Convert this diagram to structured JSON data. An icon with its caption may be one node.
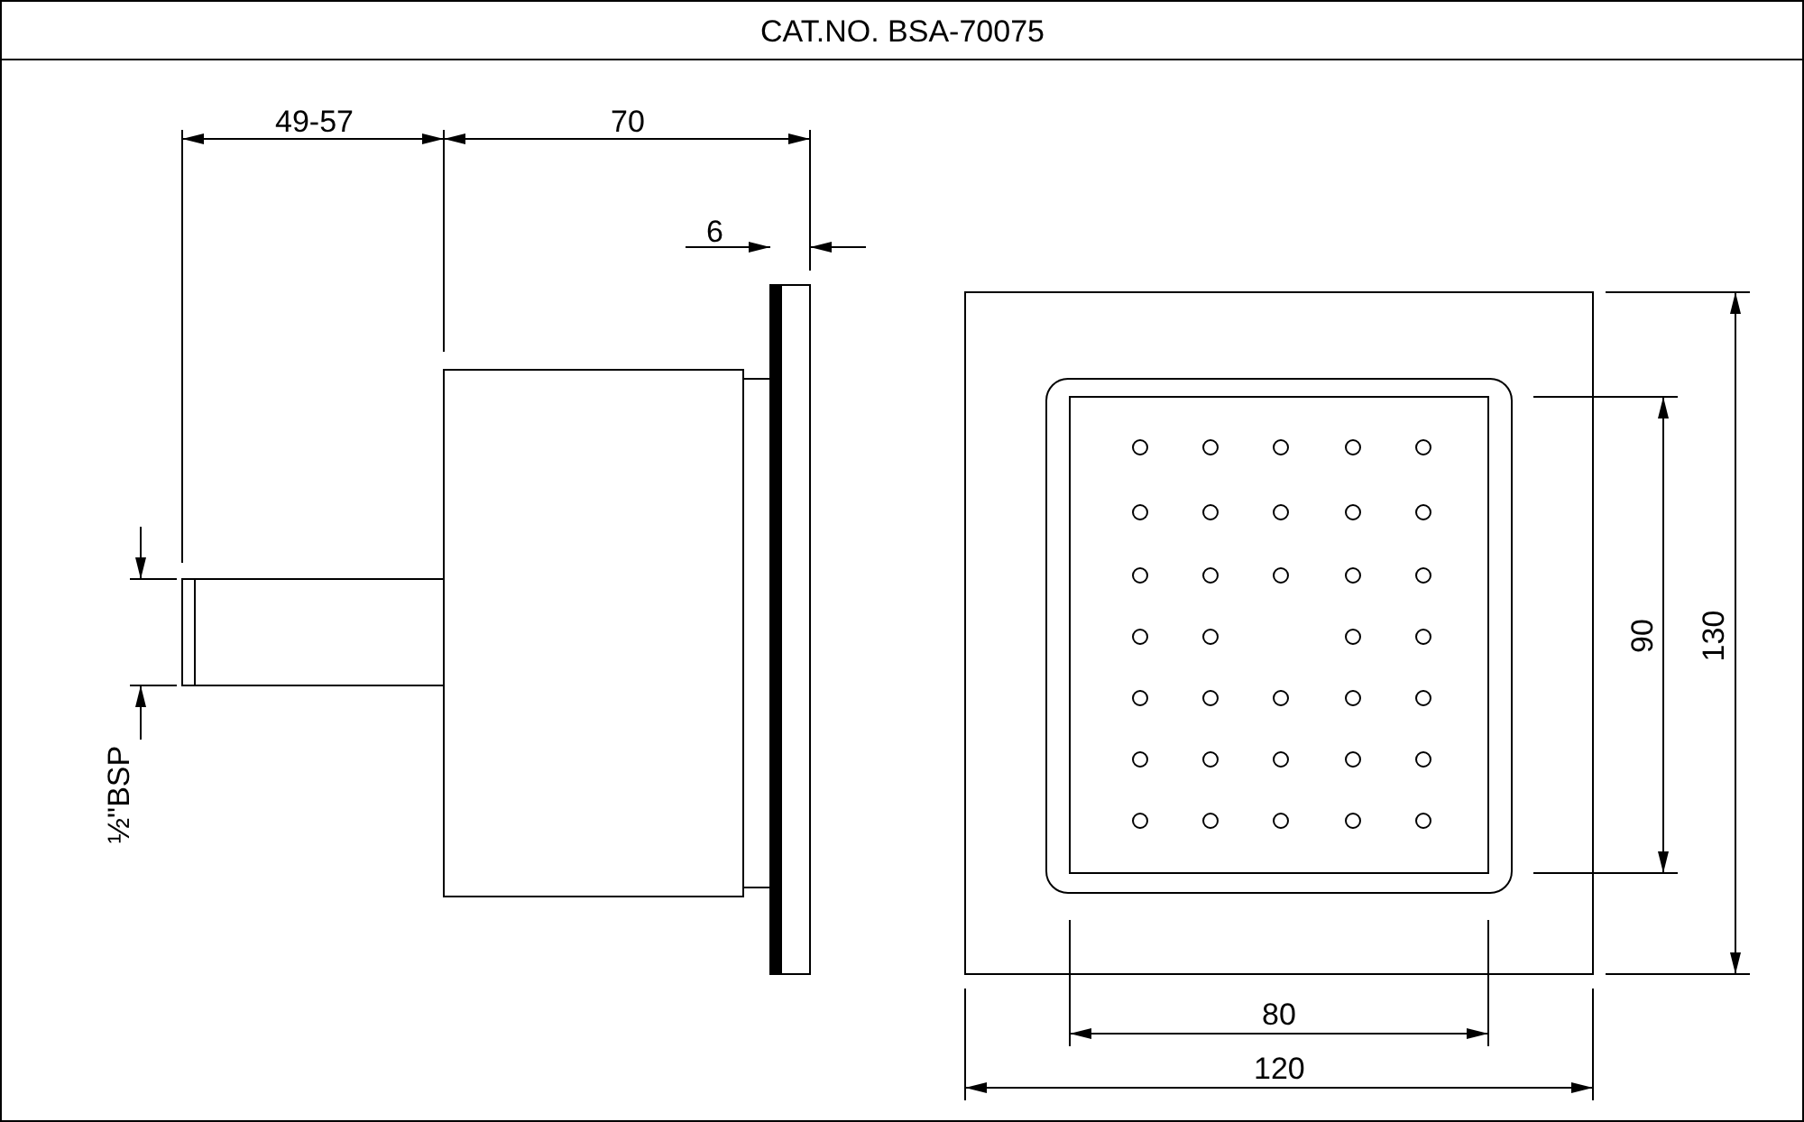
{
  "diagram": {
    "title": "CAT.NO. BSA-70075",
    "labels": [
      "49-57",
      "70",
      "6",
      "½\"BSP",
      "90",
      "130",
      "80",
      "120"
    ]
  }
}
